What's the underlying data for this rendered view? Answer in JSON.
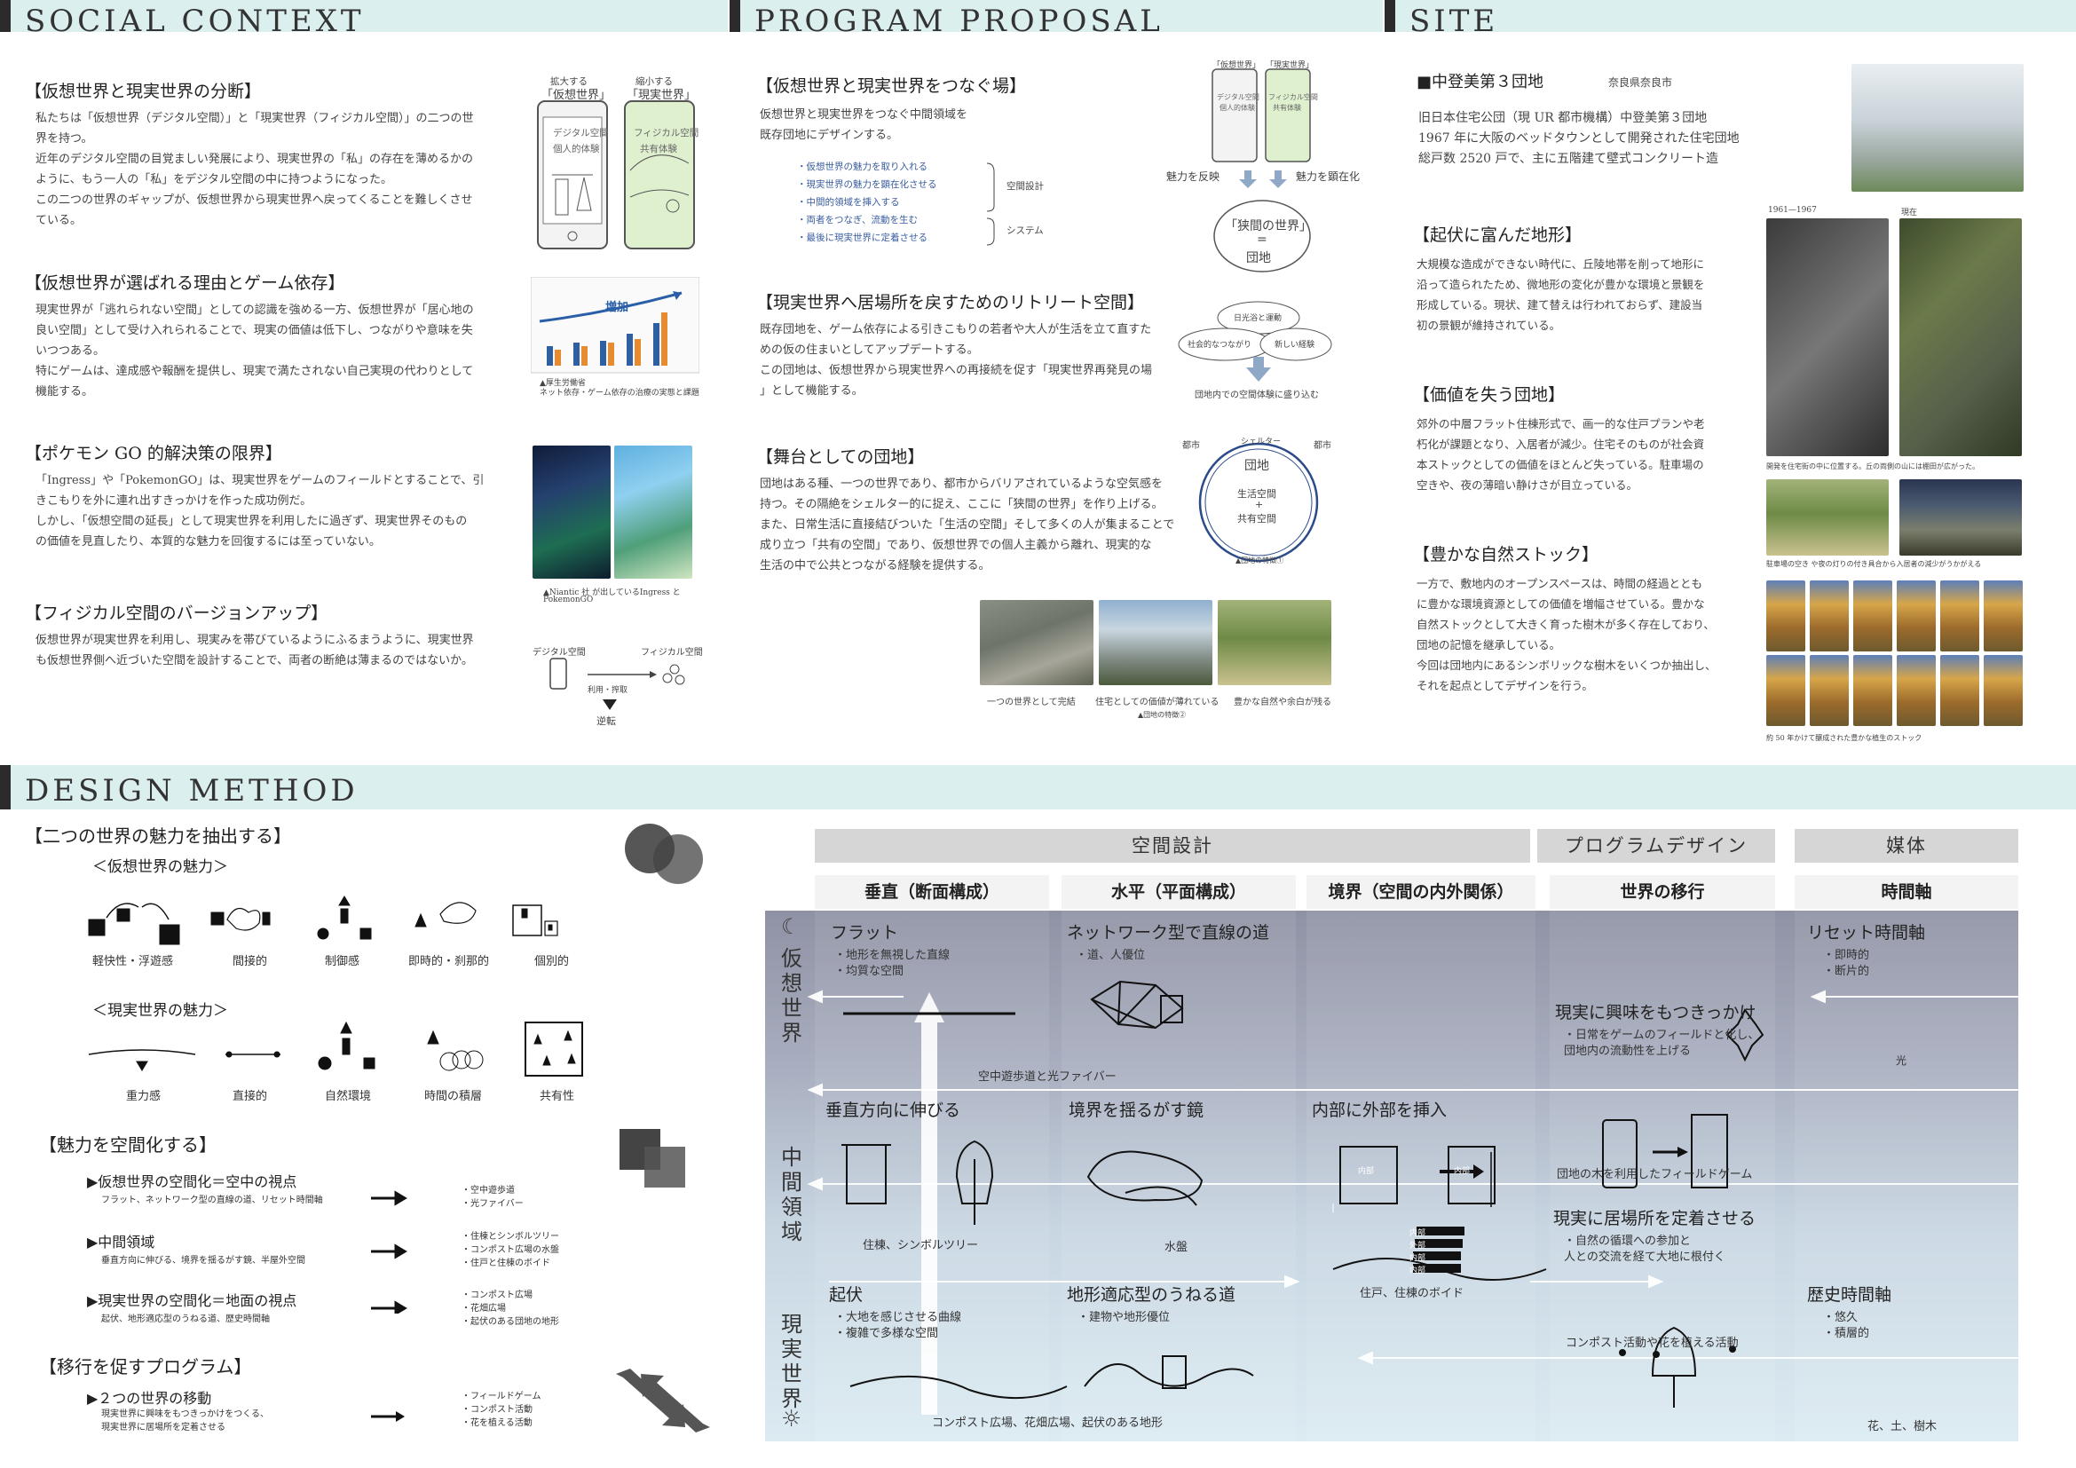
{
  "sections": {
    "social": "SOCIAL  CONTEXT",
    "program": "PROGRAM  PROPOSAL",
    "site": "SITE",
    "design": "DESIGN  METHOD"
  },
  "social": {
    "s1": {
      "title": "【仮想世界と現実世界の分断】",
      "lines": [
        "私たちは「仮想世界（デジタル空間）」と「現実世界（フィジカル空間）」の二つの世",
        "界を持つ。",
        "近年のデジタル空間の目覚ましい発展により、現実世界の「私」の存在を薄めるかの",
        "ように、もう一人の「私」をデジタル空間の中に持つようになった。",
        "この二つの世界のギャップが、仮想世界から現実世界へ戻ってくることを難しくさせ",
        "ている。"
      ]
    },
    "s1fig": {
      "l_top": "拡大する",
      "l_name": "「仮想世界」",
      "l_in1": "デジタル空間",
      "l_in2": "個人的体験",
      "r_top": "縮小する",
      "r_name": "「現実世界」",
      "r_in1": "フィジカル空間",
      "r_in2": "共有体験"
    },
    "s2": {
      "title": "【仮想世界が選ばれる理由とゲーム依存】",
      "lines": [
        "現実世界が「逃れられない空間」としての認識を強める一方、仮想世界が「居心地の",
        "良い空間」として受け入れられることで、現実の価値は低下し、つながりや意味を失",
        "いつつある。",
        "特にゲームは、達成感や報酬を提供し、現実で満たされない自己実現の代わりとして",
        "機能する。"
      ],
      "chart_caption1": "▲厚生労働省",
      "chart_caption2": "ネット依存・ゲーム依存の治療の実態と課題",
      "chart_arrow": "増加"
    },
    "s3": {
      "title": "【ポケモン GO 的解決策の限界】",
      "lines": [
        "「Ingress」や「PokemonGO」は、現実世界をゲームのフィールドとすることで、引",
        "きこもりを外に連れ出すきっかけを作った成功例だ。",
        "しかし、「仮想空間の延長」として現実世界を利用したに過ぎず、現実世界そのもの",
        "の価値を見直したり、本質的な魅力を回復するには至っていない。"
      ],
      "cap1": "▲Niantic 社 が出しているIngress と",
      "cap2": "PokemonGO"
    },
    "s4": {
      "title": "【フィジカル空間のバージョンアップ】",
      "lines": [
        "仮想世界が現実世界を利用し、現実みを帯びているようにふるまうように、現実世界",
        "も仮想世界側へ近づいた空間を設計することで、両者の断絶は薄まるのではないか。"
      ],
      "fig_l": "デジタル空間",
      "fig_r": "フィジカル空間",
      "fig_mid": "利用・搾取",
      "fig_rev": "逆転"
    }
  },
  "program": {
    "fig_top_l": "「仮想世界」",
    "fig_top_r": "「現実世界」",
    "fig_l_in1": "デジタル空間",
    "fig_l_in2": "個人的体験",
    "fig_r_in1": "フィジカル空間",
    "fig_r_in2": "共有体験",
    "fig_reflect": "魅力を反映",
    "fig_manifest": "魅力を顕在化",
    "fig_middle1": "「狭間の世界」",
    "fig_middle2": "=",
    "fig_middle3": "団地",
    "p1": {
      "title": "【仮想世界と現実世界をつなぐ場】",
      "lines": [
        "仮想世界と現実世界をつなぐ中間領域を",
        "既存団地にデザインする。"
      ],
      "items": [
        "・仮想世界の魅力を取り入れる",
        "・現実世界の魅力を顕在化させる",
        "・中間的領域を挿入する",
        "・両者をつなぎ、流動を生む",
        "・最後に現実世界に定着させる"
      ],
      "brace1": "空間設計",
      "brace2": "システム"
    },
    "p2": {
      "title": "【現実世界へ居場所を戻すためのリトリート空間】",
      "lines": [
        "既存団地を、ゲーム依存による引きこもりの若者や大人が生活を立て直すた",
        "めの仮の住まいとしてアップデートする。",
        "この団地は、仮想世界から現実世界への再接続を促す「現実世界再発見の場",
        "」として機能する。"
      ],
      "venn1": "日光浴と運動",
      "venn2": "社会的なつながり",
      "venn3": "新しい経験",
      "venn_cap": "団地内での空間体験に盛り込む"
    },
    "p3": {
      "title": "【舞台としての団地】",
      "lines": [
        "団地はある種、一つの世界であり、都市からバリアされているような空気感を",
        "持つ。その隔絶をシェルター的に捉え、ここに「狭間の世界」を作り上げる。",
        "また、日常生活に直接結びついた「生活の空間」そして多くの人が集まることで",
        "成り立つ「共有の空間」であり、仮想世界での個人主義から離れ、現実的な",
        "生活の中で公共とつながる経験を提供する。"
      ],
      "circ_shelter": "シェルター",
      "circ_city_l": "都市",
      "circ_city_r": "都市",
      "circ_in1": "団地",
      "circ_in2": "生活空間",
      "circ_in3": "+",
      "circ_in4": "共有空間",
      "circ_cap": "▲団地の特徴①"
    },
    "photos": {
      "c1": "一つの世界として完結",
      "c2": "住宅としての価値が薄れている",
      "c3": "豊かな自然や余白が残る",
      "cap": "▲団地の特徴②"
    }
  },
  "site": {
    "name": "■中登美第３団地",
    "loc": "奈良県奈良市",
    "lines": [
      "旧日本住宅公団（現 UR 都市機構）中登美第３団地",
      "1967 年に大阪のベッドタウンとして開発された住宅団地",
      "総戸数 2520 戸で、主に五階建て壁式コンクリート造"
    ],
    "t1": "【起伏に富んだ地形】",
    "t1lines": [
      "大規模な造成ができない時代に、丘陵地帯を削って地形に",
      "沿って造られたため、微地形の変化が豊かな環境と景観を",
      "形成している。現状、建て替えは行われておらず、建設当",
      "初の景観が維持されている。"
    ],
    "t2": "【価値を失う団地】",
    "t2lines": [
      "郊外の中層フラット住棟形式で、画一的な住戸プランや老",
      "朽化が課題となり、入居者が減少。住宅そのものが社会資",
      "本ストックとしての価値をほとんど失っている。駐車場の",
      "空きや、夜の薄暗い静けさが目立っている。"
    ],
    "t3": "【豊かな自然ストック】",
    "t3lines": [
      "一方で、敷地内のオープンスペースは、時間の経過ととも",
      "に豊かな環境資源としての価値を増幅させている。豊かな",
      "自然ストックとして大きく育った樹木が多く存在しており、",
      "団地の記憶を継承している。",
      "今回は団地内にあるシンボリックな樹木をいくつか抽出し、",
      "それを起点としてデザインを行う。"
    ],
    "map_l": "1961—1967",
    "map_r": "現在",
    "map_cap": "開発を住宅街の中に位置する。丘の両側の山には棚田が広がった。",
    "night_cap": "駐車場の空き や夜の灯りの付き具合から入居者の減少がうかがえる",
    "tree_cap": "約 50 年かけて醸成された豊かな植生のストック"
  },
  "design": {
    "m1": "【二つの世界の魅力を抽出する】",
    "v_title": "＜仮想世界の魅力＞",
    "v_items": [
      "軽快性・浮遊感",
      "間接的",
      "制御感",
      "即時的・刹那的",
      "個別的"
    ],
    "r_title": "＜現実世界の魅力＞",
    "r_items": [
      "重力感",
      "直接的",
      "自然環境",
      "時間の積層",
      "共有性"
    ],
    "m2": "【魅力を空間化する】",
    "rows": [
      {
        "t": "▶仮想世界の空間化＝空中の視点",
        "s": "フラット、ネットワーク型の直線の道、リセット時間軸",
        "r": [
          "・空中遊歩道",
          "・光ファイバー"
        ]
      },
      {
        "t": "▶中間領域",
        "s": "垂直方向に伸びる、境界を揺るがす鏡、半屋外空間",
        "r": [
          "・住棟とシンボルツリー",
          "・コンポスト広場の水盤",
          "・住戸と住棟のボイド"
        ]
      },
      {
        "t": "▶現実世界の空間化＝地面の視点",
        "s": "起伏、地形適応型のうねる道、歴史時間軸",
        "r": [
          "・コンポスト広場",
          "・花畑広場",
          "・起伏のある団地の地形"
        ]
      }
    ],
    "m3": "【移行を促すプログラム】",
    "prog": {
      "t": "▶２つの世界の移動",
      "s1": "現実世界に興味をもつきっかけをつくる、",
      "s2": "現実世界に居場所を定着させる",
      "r": [
        "・フィールドゲーム",
        "・コンポスト活動",
        "・花を植える活動"
      ]
    }
  },
  "matrix": {
    "g1": "空間設計",
    "g2": "プログラムデザイン",
    "g3": "媒体",
    "cols": [
      "垂直（断面構成）",
      "水平（平面構成）",
      "境界（空間の内外関係）",
      "世界の移行",
      "時間軸"
    ],
    "rows": [
      "仮想世界",
      "中間領域",
      "現実世界"
    ],
    "cells": {
      "flat_t": "フラット",
      "flat_s1": "・地形を無視した直線",
      "flat_s2": "・均質な空間",
      "net_t": "ネットワーク型で直線の道",
      "net_s1": "・道、人優位",
      "reset_t": "リセット時間軸",
      "reset_s1": "・即時的",
      "reset_s2": "・断片的",
      "reset_icon": "光",
      "interest_t": "現実に興味をもつきっかけ",
      "interest_s1": "・日常をゲームのフィールドと化し、",
      "interest_s2": "団地内の流動性を上げる",
      "aerial": "空中遊歩道と光ファイバー",
      "vert_t": "垂直方向に伸びる",
      "vert_c": "住棟、シンボルツリー",
      "mirror_t": "境界を揺るがす鏡",
      "mirror_c": "水盤",
      "inside_t": "内部に外部を挿入",
      "inside_c": "住戸、住棟のボイド",
      "inside_in": "内部",
      "inside_in2": "内部",
      "stack1": "内部",
      "stack2": "外部",
      "stack3": "内部",
      "stack4": "内部",
      "game_c": "団地の木を利用したフィールドゲーム",
      "settle_t": "現実に居場所を定着させる",
      "settle_s1": "・自然の循環への参加と",
      "settle_s2": "人との交流を経て大地に根付く",
      "undul_t": "起伏",
      "undul_s1": "・大地を感じさせる曲線",
      "undul_s2": "・複雑で多様な空間",
      "terrain_t": "地形適応型のうねる道",
      "terrain_s1": "・建物や地形優位",
      "hist_t": "歴史時間軸",
      "hist_s1": "・悠久",
      "hist_s2": "・積層的",
      "hist_c": "花、土、樹木",
      "compost_c": "コンポスト活動や花を植える活動",
      "bottom_c": "コンポスト広場、花畑広場、起伏のある地形"
    }
  },
  "colors": {
    "band": "#dcefef",
    "accent": "#3a5da0",
    "matrix_top": "#8f92a4",
    "matrix_bottom": "#dcebf2"
  }
}
